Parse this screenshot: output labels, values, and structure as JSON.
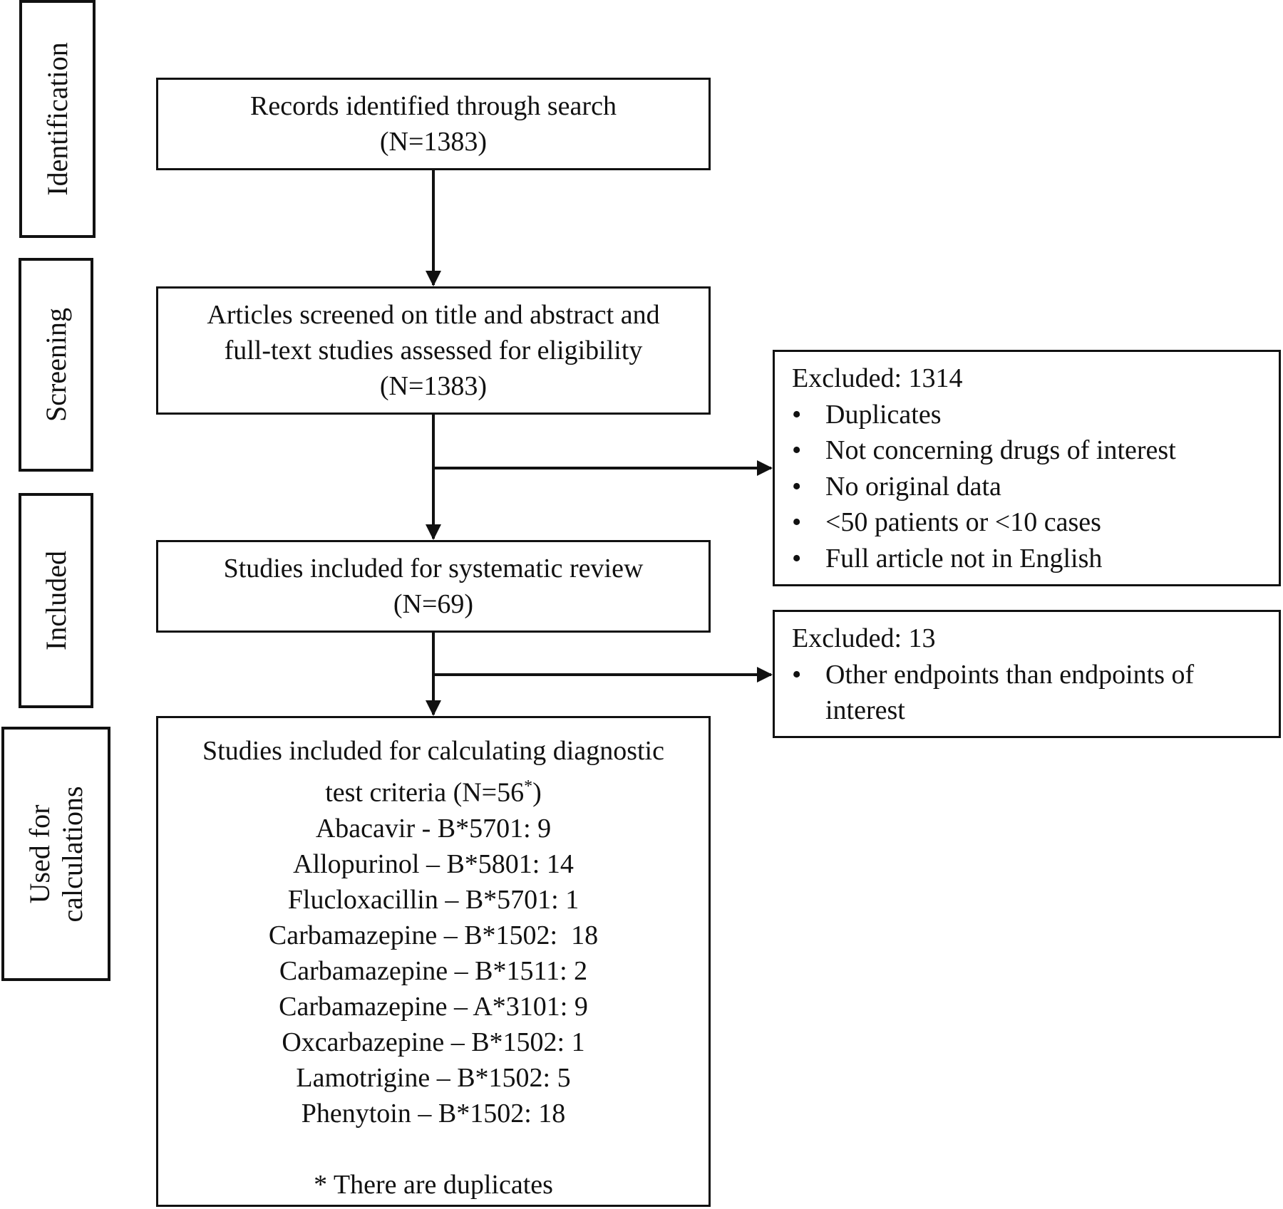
{
  "stages": {
    "identification": "Identification",
    "screening": "Screening",
    "included": "Included",
    "used_line1": "Used for",
    "used_line2": "calculations"
  },
  "records": {
    "line1": "Records identified through search",
    "line2": "(N=1383)"
  },
  "screened": {
    "line1": "Articles screened on title and abstract and",
    "line2": "full-text studies assessed for eligibility",
    "line3": "(N=1383)"
  },
  "systematic": {
    "line1": "Studies included for systematic review",
    "line2": "(N=69)"
  },
  "calculations": {
    "line1": "Studies included for calculating diagnostic",
    "line2_pre": "test criteria (N=56",
    "line2_sup": "*",
    "line2_post": ")",
    "items": [
      "Abacavir - B*5701: 9",
      "Allopurinol – B*5801: 14",
      "Flucloxacillin – B*5701: 1",
      "Carbamazepine – B*1502:  18",
      "Carbamazepine – B*1511: 2",
      "Carbamazepine – A*3101: 9",
      "Oxcarbazepine – B*1502: 1",
      "Lamotrigine – B*1502: 5",
      "Phenytoin – B*1502: 18"
    ],
    "footnote": "* There are duplicates"
  },
  "excluded1": {
    "title": "Excluded: 1314",
    "bullet": "•",
    "items": [
      "Duplicates",
      "Not concerning drugs of interest",
      "No original data",
      "<50 patients or <10 cases",
      "Full article not in English"
    ]
  },
  "excluded2": {
    "title": "Excluded: 13",
    "bullet": "•",
    "line1": "Other endpoints than endpoints of",
    "line2": "interest"
  }
}
